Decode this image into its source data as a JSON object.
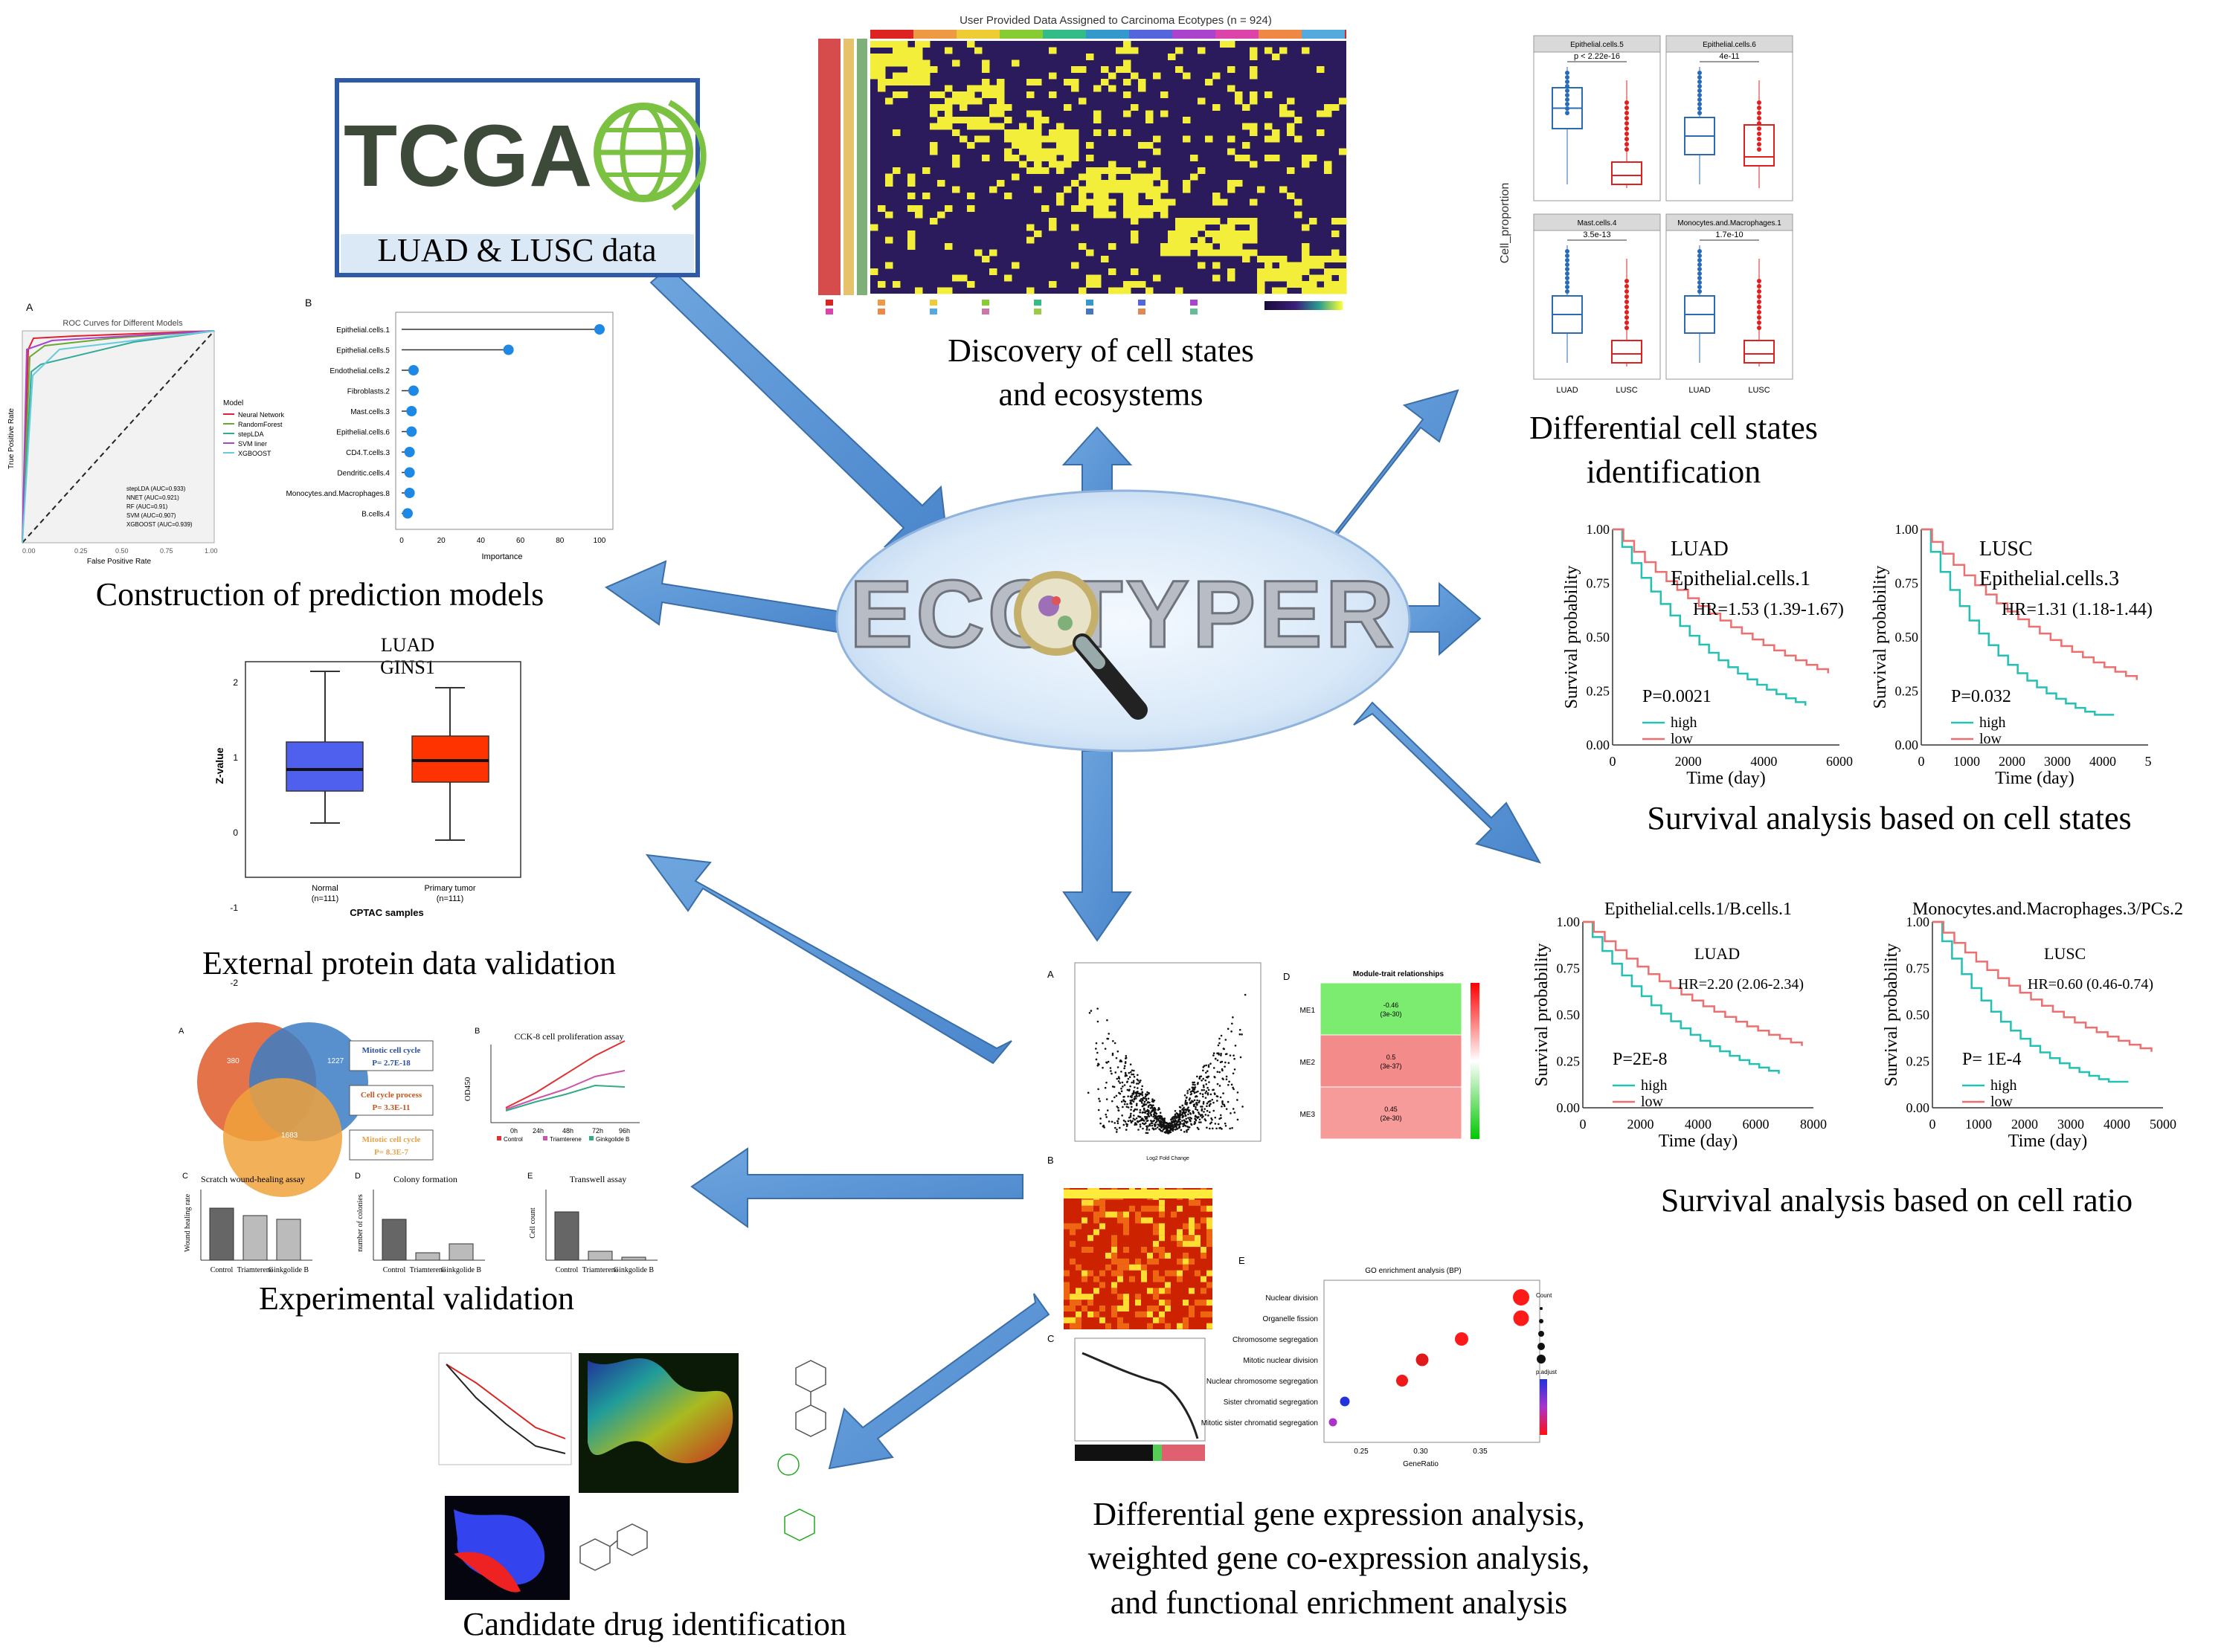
{
  "center": {
    "label": "ECOTYPER"
  },
  "tcga": {
    "logo_text": "TCGA",
    "data_label": "LUAD & LUSC data"
  },
  "captions": {
    "discovery_line1": "Discovery of cell states",
    "discovery_line2": "and ecosystems",
    "differential_line1": "Differential cell states",
    "differential_line2": "identification",
    "prediction": "Construction of prediction models",
    "protein": "External protein data validation",
    "survival_states": "Survival analysis based on cell states",
    "survival_ratio": "Survival analysis based on cell ratio",
    "experimental": "Experimental validation",
    "drug": "Candidate drug identification",
    "gene_line1": "Differential gene expression analysis,",
    "gene_line2": "weighted gene co-expression analysis,",
    "gene_line3": "and functional enrichment analysis"
  },
  "heatmap": {
    "title": "User Provided Data Assigned to Carcinoma Ecotypes (n = 924)"
  },
  "boxplots": {
    "ylabel": "Cell_proportion",
    "panels": [
      {
        "title": "Epithelial.cells.5",
        "pvalue": "p < 2.22e-16"
      },
      {
        "title": "Epithelial.cells.6",
        "pvalue": "4e-11"
      },
      {
        "title": "Mast.cells.4",
        "pvalue": "3.5e-13"
      },
      {
        "title": "Monocytes.and.Macrophages.1",
        "pvalue": "1.7e-10"
      }
    ],
    "groups": [
      "LUAD",
      "LUSC"
    ]
  },
  "roc": {
    "panel_letter": "A",
    "title": "ROC Curves for Different Models",
    "xlabel": "False Positive Rate",
    "ylabel": "True Positive Rate",
    "legend_title": "Model",
    "models": [
      "Neural Network",
      "RandomForest",
      "stepLDA",
      "SVM liner",
      "XGBOOST"
    ],
    "auc": [
      "stepLDA (AUC=0.933)",
      "NNET (AUC=0.921)",
      "RF (AUC=0.91)",
      "SVM (AUC=0.907)",
      "XGBOOST (AUC=0.939)"
    ]
  },
  "importance": {
    "panel_letter": "B",
    "xlabel": "Importance",
    "features": [
      "Epithelial.cells.1",
      "Epithelial.cells.5",
      "Endothelial.cells.2",
      "Fibroblasts.2",
      "Mast.cells.3",
      "Epithelial.cells.6",
      "CD4.T.cells.3",
      "Dendritic.cells.4",
      "Monocytes.and.Macrophages.8",
      "B.cells.4"
    ],
    "values": [
      100,
      54,
      6,
      6,
      5,
      5,
      4,
      4,
      4,
      3
    ]
  },
  "protein_box": {
    "title_line1": "LUAD",
    "title_line2": "GINS1",
    "ylabel": "Z-value",
    "xlabel": "CPTAC samples",
    "groups": [
      "Normal",
      "Primary tumor"
    ],
    "group_n": [
      "(n=111)",
      "(n=111)"
    ]
  },
  "survival_states": [
    {
      "cancer": "LUAD",
      "cell": "Epithelial.cells.1",
      "hr": "HR=1.53 (1.39-1.67)",
      "p": "P=0.0021"
    },
    {
      "cancer": "LUSC",
      "cell": "Epithelial.cells.3",
      "hr": "HR=1.31 (1.18-1.44)",
      "p": "P=0.032"
    }
  ],
  "survival_ratio": [
    {
      "cell": "Epithelial.cells.1/B.cells.1",
      "cancer": "LUAD",
      "hr": "HR=2.20 (2.06-2.34)",
      "p": "P=2E-8"
    },
    {
      "cell": "Monocytes.and.Macrophages.3/PCs.2",
      "cancer": "LUSC",
      "hr": "HR=0.60 (0.46-0.74)",
      "p": "P= 1E-4"
    }
  ],
  "survival_common": {
    "ylabel": "Survival probability",
    "xlabel": "Time (day)",
    "legend_high": "high",
    "legend_low": "low"
  },
  "venn": {
    "panel_letter": "A",
    "boxes": [
      "Mitotic cell cycle",
      "P= 2.7E-18",
      "Cell cycle process",
      "P= 3.3E-11",
      "Mitotic cell cycle",
      "P= 8.3E-7"
    ]
  },
  "cck8": {
    "panel_letter": "B",
    "title": "CCK-8 cell proliferation assay",
    "ylabel": "OD450",
    "legend": [
      "Control",
      "Triamterene",
      "Ginkgolide B"
    ]
  },
  "bars": [
    {
      "letter": "C",
      "title": "Scratch wound-healing assay",
      "ylabel": "Wound healing rate"
    },
    {
      "letter": "D",
      "title": "Colony formation",
      "ylabel": "number of colonies"
    },
    {
      "letter": "E",
      "title": "Transwell assay",
      "ylabel": "Cell count"
    }
  ],
  "bar_groups": [
    "Control",
    "Triamterene",
    "Ginkgolide B"
  ],
  "wgcna": {
    "title": "Module-trait relationships",
    "modules": [
      "ME1",
      "ME2",
      "ME3"
    ],
    "values": [
      "-0.46",
      "0.5",
      "0.45"
    ],
    "pvals": [
      "(3e-30)",
      "(3e-37)",
      "(2e-30)"
    ]
  },
  "go": {
    "letter": "E",
    "title": "GO enrichment analysis (BP)",
    "xlabel": "GeneRatio",
    "terms": [
      "Nuclear division",
      "Organelle fission",
      "Chromosome segregation",
      "Mitotic nuclear division",
      "Nuclear chromosome segregation",
      "Sister chromatid segregation",
      "Mitotic sister chromatid segregation"
    ],
    "legend_count": "Count",
    "legend_p": "p.adjust"
  },
  "volcano": {
    "letter": "A",
    "xlabel": "Log2 Fold Change"
  },
  "panel_letters": {
    "heat_b": "B",
    "dendro_c": "C",
    "wgcna_d": "D"
  }
}
